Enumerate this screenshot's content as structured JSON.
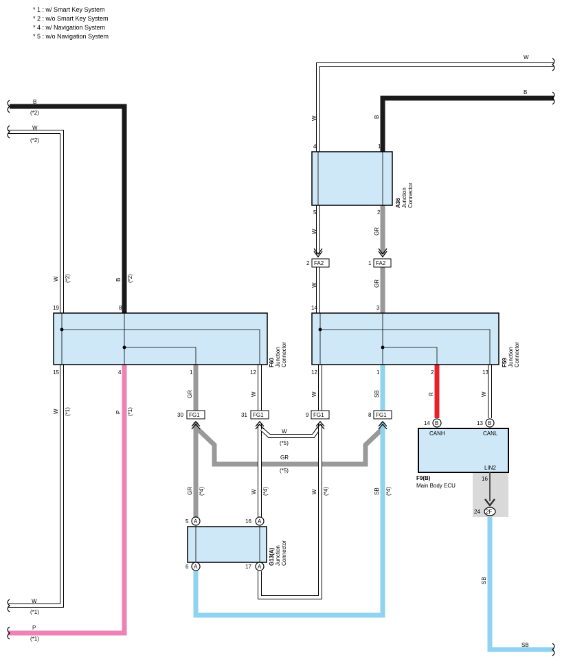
{
  "notes": [
    "* 1 : w/ Smart Key System",
    "* 2 : w/o Smart Key System",
    "* 4 : w/ Navigation System",
    "* 5 : w/o Navigation System"
  ],
  "colors": {
    "black": "#1a1a1a",
    "gray": "#999999",
    "pink": "#ee82b4",
    "blue": "#8fd3f0",
    "red": "#e3232a",
    "box_fill": "#cfe8f8",
    "ecu_fill": "#d9d9d9"
  },
  "wire_codes": {
    "B": "B",
    "W": "W",
    "GR": "GR",
    "SB": "SB",
    "P": "P",
    "R": "R"
  },
  "conditions": {
    "c1": "(*1)",
    "c2": "(*2)",
    "c4": "(*4)",
    "c5": "(*5)"
  },
  "connectors": {
    "F60": {
      "code": "F60",
      "label1": "Junction",
      "label2": "Connector",
      "pins_top": [
        "19",
        "8"
      ],
      "pins_bottom": [
        "15",
        "4",
        "1",
        "12"
      ]
    },
    "F59": {
      "code": "F59",
      "label1": "Junction",
      "label2": "Connector",
      "pins_top": [
        "14",
        "3"
      ],
      "pins_bottom": [
        "12",
        "1",
        "2",
        "13"
      ]
    },
    "A36": {
      "code": "A36",
      "label1": "Junction",
      "label2": "Connector",
      "pins_top": [
        "4",
        "1"
      ],
      "pins_bottom": [
        "5",
        "2"
      ]
    },
    "G13": {
      "code": "G13(A)",
      "label1": "Junction",
      "label2": "Connector",
      "pins_top": [
        "5",
        "16"
      ],
      "pins_bottom": [
        "6",
        "17"
      ],
      "letter": "A"
    },
    "F9": {
      "code": "F9(B)",
      "name": "Main Body ECU",
      "canh": "CANH",
      "canl": "CANL",
      "lin2": "LIN2",
      "pin_canh": "14",
      "pin_canl": "13",
      "pin_lin2": "16",
      "letter": "B"
    }
  },
  "splices": {
    "fa2_a": {
      "label": "FA2",
      "pin": "2"
    },
    "fa2_b": {
      "label": "FA2",
      "pin": "1"
    },
    "fg1_a": {
      "label": "FG1",
      "pin": "30"
    },
    "fg1_b": {
      "label": "FG1",
      "pin": "31"
    },
    "fg1_c": {
      "label": "FG1",
      "pin": "9"
    },
    "fg1_d": {
      "label": "FG1",
      "pin": "8"
    },
    "f2": {
      "label": "2F",
      "pin": "24"
    }
  }
}
